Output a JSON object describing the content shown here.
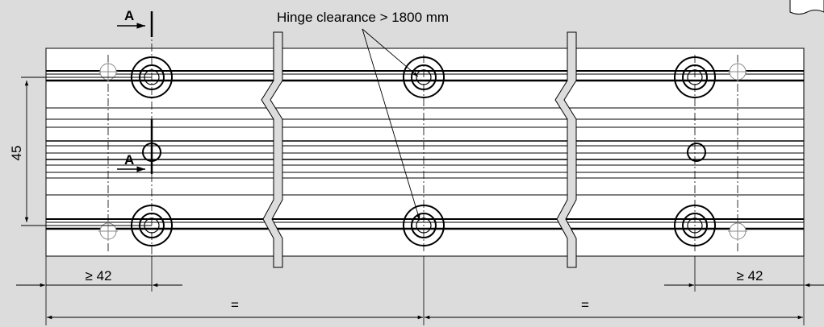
{
  "annotation": {
    "hinge_clearance": "Hinge clearance > 1800 mm"
  },
  "section_marker": {
    "label": "A"
  },
  "dimensions": {
    "height": "45",
    "edge_left": "≥ 42",
    "edge_right": "≥ 42",
    "equal_left": "=",
    "equal_right": "="
  },
  "colors": {
    "background": "#dcdcdc",
    "profile": "#ffffff",
    "line": "#000000"
  }
}
